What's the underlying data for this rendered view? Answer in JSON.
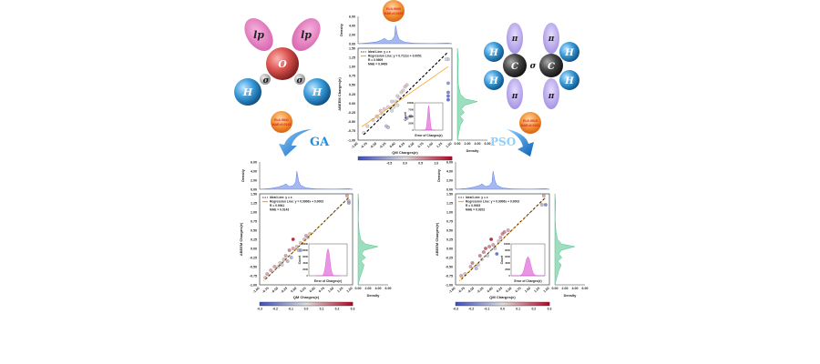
{
  "colors": {
    "density_top": "#5b7ee5",
    "density_right": "#4cc38a",
    "ideal_line": "#000000",
    "regression_line": "#f5a623",
    "inset_hist": "#d94fd0",
    "cmap_low": "#3b4cc0",
    "cmap_mid": "#dddddd",
    "cmap_high": "#b40426",
    "arrow": "#1f8fe0",
    "badge": "#f08a2c"
  },
  "molecules": {
    "water": {
      "center_atom": "O",
      "hydrogen": "H",
      "lone_pair": "lp",
      "bond": "σ"
    },
    "ethylene": {
      "carbon": "C",
      "hydrogen": "H",
      "pi": "π",
      "bond": "σ"
    }
  },
  "badges": {
    "top": {
      "line1": "R=0.9609",
      "line2": "MAE=0.0469"
    },
    "ga": {
      "line1": "R=0.9941",
      "line2": "MAE=0.0143"
    },
    "pso": {
      "line1": "R=0.9915",
      "line2": "MAE=0.0202"
    }
  },
  "arrows": {
    "ga": "GA",
    "pso": "PSO"
  },
  "chart_data": [
    {
      "id": "initial",
      "type": "scatter",
      "xlabel": "QM Charges(e)",
      "ylabel": "ABEEM Charges(e)",
      "xlim": [
        -1.0,
        1.5
      ],
      "ylim": [
        -1.0,
        1.5
      ],
      "ticks": [
        "-1.00",
        "-0.75",
        "-0.50",
        "-0.25",
        "0.00",
        "0.25",
        "0.50",
        "0.75",
        "1.00",
        "1.25",
        "1.50"
      ],
      "density_label": "Density",
      "density_ticks": [
        "0.00",
        "2.00",
        "4.00",
        "6.00"
      ],
      "legend": {
        "ideal": "Ideal Line: y = x",
        "regression": "Regression Line: y = 0.7111x + 0.0051",
        "r": "R = 0.9609",
        "mae": "MAE = 0.0469"
      },
      "regression": {
        "slope": 0.7111,
        "intercept": 0.0051
      },
      "colorbar": {
        "range": [
          -1.5,
          1.5
        ],
        "ticks": [
          "-0.5",
          "0.0",
          "0.5",
          "1.0"
        ],
        "tick_values": [
          -0.5,
          0,
          0.5,
          1.0
        ]
      },
      "inset": {
        "xlabel": "Error of Charges(e)",
        "ylabel": "Count",
        "yticks": [
          "0",
          "2500",
          "5000",
          "7500",
          "10000"
        ],
        "peak_count": 9000,
        "spread": 0.04
      },
      "top_density": [
        [
          -1,
          0
        ],
        [
          -0.85,
          0.1
        ],
        [
          -0.7,
          0.2
        ],
        [
          -0.5,
          0.4
        ],
        [
          -0.35,
          0.9
        ],
        [
          -0.3,
          1.2
        ],
        [
          -0.2,
          0.6
        ],
        [
          -0.1,
          0.8
        ],
        [
          -0.03,
          1.6
        ],
        [
          0,
          4.0
        ],
        [
          0.05,
          1.8
        ],
        [
          0.1,
          0.9
        ],
        [
          0.25,
          0.3
        ],
        [
          0.5,
          0.1
        ],
        [
          1.0,
          0.05
        ],
        [
          1.4,
          0.15
        ],
        [
          1.5,
          0
        ]
      ],
      "right_density": [
        [
          -1,
          0
        ],
        [
          -0.8,
          0.3
        ],
        [
          -0.6,
          0.6
        ],
        [
          -0.45,
          1.2
        ],
        [
          -0.35,
          0.5
        ],
        [
          -0.25,
          1.4
        ],
        [
          -0.15,
          0.8
        ],
        [
          -0.05,
          1.5
        ],
        [
          0.05,
          4.0
        ],
        [
          0.12,
          1.6
        ],
        [
          0.25,
          0.6
        ],
        [
          0.5,
          0.2
        ],
        [
          0.8,
          0.1
        ],
        [
          1.2,
          0.2
        ],
        [
          1.5,
          0
        ]
      ],
      "points": [
        [
          -0.85,
          -0.8,
          0.05
        ],
        [
          -0.75,
          -0.62,
          0.13
        ],
        [
          -0.6,
          -0.45,
          0.15
        ],
        [
          -0.5,
          -0.35,
          0.15
        ],
        [
          -0.45,
          -0.4,
          0.05
        ],
        [
          -0.4,
          -0.2,
          0.2
        ],
        [
          -0.35,
          -0.3,
          0.05
        ],
        [
          -0.3,
          -0.15,
          0.15
        ],
        [
          -0.25,
          -0.62,
          -0.37
        ],
        [
          -0.2,
          -0.65,
          -0.45
        ],
        [
          -0.2,
          -0.1,
          0.1
        ],
        [
          -0.1,
          0.05,
          0.15
        ],
        [
          -0.05,
          -0.1,
          -0.05
        ],
        [
          0,
          0.05,
          0.05
        ],
        [
          0.05,
          0.2,
          0.15
        ],
        [
          0.1,
          0.15,
          0.05
        ],
        [
          0.15,
          0.3,
          0.15
        ],
        [
          0.2,
          0.35,
          0.15
        ],
        [
          0.25,
          0.45,
          0.2
        ],
        [
          0.3,
          0.5,
          0.2
        ],
        [
          0.3,
          -0.4,
          -0.7
        ],
        [
          0.4,
          -0.35,
          -0.75
        ],
        [
          1.4,
          0.3,
          -1.1
        ],
        [
          1.4,
          0.2,
          -1.2
        ],
        [
          1.4,
          0.1,
          -1.3
        ],
        [
          1.4,
          0.55,
          -0.85
        ],
        [
          1.4,
          1.2,
          -0.2
        ],
        [
          1.35,
          1.2,
          -0.15
        ],
        [
          -0.1,
          -0.2,
          -0.1
        ],
        [
          0.05,
          -0.05,
          -0.1
        ]
      ]
    },
    {
      "id": "ga",
      "type": "scatter",
      "xlabel": "QM Charges(e)",
      "ylabel": "ABEEM Charges(e)",
      "xlim": [
        -1.0,
        1.5
      ],
      "ylim": [
        -1.0,
        1.5
      ],
      "ticks": [
        "-1.00",
        "-0.75",
        "-0.50",
        "-0.25",
        "0.00",
        "0.25",
        "0.50",
        "0.75",
        "1.00",
        "1.25",
        "1.50"
      ],
      "density_label": "Density",
      "density_ticks": [
        "0.00",
        "2.00",
        "4.00",
        "6.00"
      ],
      "legend": {
        "ideal": "Ideal Line: y = x",
        "regression": "Regression Line: y = 0.9906x + 0.0003",
        "r": "R = 0.9941",
        "mae": "MAE = 0.0143"
      },
      "regression": {
        "slope": 0.9906,
        "intercept": 0.0003
      },
      "colorbar": {
        "range": [
          -0.3,
          0.3
        ],
        "ticks": [
          "-0.3",
          "-0.2",
          "-0.1",
          "0.0",
          "0.1",
          "0.2",
          "0.3"
        ],
        "tick_values": [
          -0.3,
          -0.2,
          -0.1,
          0,
          0.1,
          0.2,
          0.3
        ]
      },
      "inset": {
        "xlabel": "Error of Charges(e)",
        "ylabel": "Count",
        "yticks": [
          "0",
          "2000",
          "4000",
          "6000",
          "8000",
          "10000"
        ],
        "peak_count": 8500,
        "spread": 0.05
      },
      "top_density": [
        [
          -1,
          0
        ],
        [
          -0.85,
          0.1
        ],
        [
          -0.7,
          0.2
        ],
        [
          -0.5,
          0.5
        ],
        [
          -0.35,
          0.9
        ],
        [
          -0.3,
          1.2
        ],
        [
          -0.2,
          0.6
        ],
        [
          -0.1,
          0.8
        ],
        [
          -0.03,
          1.6
        ],
        [
          0,
          4.0
        ],
        [
          0.05,
          1.8
        ],
        [
          0.1,
          0.9
        ],
        [
          0.25,
          0.3
        ],
        [
          0.5,
          0.1
        ],
        [
          1.0,
          0.05
        ],
        [
          1.4,
          0.15
        ],
        [
          1.5,
          0
        ]
      ],
      "right_density": [
        [
          -1,
          0
        ],
        [
          -0.8,
          0.4
        ],
        [
          -0.6,
          0.9
        ],
        [
          -0.45,
          1.2
        ],
        [
          -0.35,
          0.6
        ],
        [
          -0.25,
          1.5
        ],
        [
          -0.15,
          0.7
        ],
        [
          -0.05,
          1.2
        ],
        [
          0.05,
          4.0
        ],
        [
          0.12,
          1.5
        ],
        [
          0.25,
          0.5
        ],
        [
          0.5,
          0.2
        ],
        [
          0.8,
          0.05
        ],
        [
          1.3,
          0.15
        ],
        [
          1.5,
          0
        ]
      ],
      "points": [
        [
          -0.85,
          -0.8,
          0.05
        ],
        [
          -0.8,
          -0.7,
          0.1
        ],
        [
          -0.7,
          -0.6,
          0.1
        ],
        [
          -0.6,
          -0.5,
          0.1
        ],
        [
          -0.5,
          -0.5,
          0
        ],
        [
          -0.45,
          -0.4,
          0.05
        ],
        [
          -0.4,
          -0.45,
          -0.05
        ],
        [
          -0.35,
          -0.3,
          0.05
        ],
        [
          -0.3,
          -0.2,
          0.1
        ],
        [
          -0.25,
          -0.35,
          -0.1
        ],
        [
          -0.2,
          -0.05,
          0.15
        ],
        [
          -0.15,
          -0.25,
          -0.1
        ],
        [
          -0.1,
          0.0,
          0.1
        ],
        [
          0,
          0.05,
          0.05
        ],
        [
          -0.1,
          0.25,
          0.3
        ],
        [
          0.05,
          -0.05,
          -0.1
        ],
        [
          0.1,
          -0.05,
          -0.15
        ],
        [
          0.1,
          0.15,
          0.05
        ],
        [
          0.2,
          0.25,
          0.05
        ],
        [
          0.3,
          0.3,
          0
        ],
        [
          0.25,
          0.35,
          0.1
        ],
        [
          0.35,
          0.4,
          0.05
        ],
        [
          1.35,
          1.45,
          0.1
        ],
        [
          1.4,
          1.3,
          -0.1
        ],
        [
          1.4,
          1.25,
          -0.15
        ]
      ]
    },
    {
      "id": "pso",
      "type": "scatter",
      "xlabel": "QM Charges(e)",
      "ylabel": "ABEEM Charges(e)",
      "xlim": [
        -1.0,
        1.5
      ],
      "ylim": [
        -1.0,
        1.5
      ],
      "ticks": [
        "-1.00",
        "-0.75",
        "-0.50",
        "-0.25",
        "0.00",
        "0.25",
        "0.50",
        "0.75",
        "1.00",
        "1.25",
        "1.50"
      ],
      "density_label": "Density",
      "density_ticks": [
        "0.00",
        "2.00",
        "4.00",
        "6.00"
      ],
      "legend": {
        "ideal": "Ideal Line: y = x",
        "regression": "Regression Line: y = 0.9906x + 0.0003",
        "r": "R = 0.9915",
        "mae": "MAE = 0.0202"
      },
      "regression": {
        "slope": 0.9906,
        "intercept": 0.0003
      },
      "colorbar": {
        "range": [
          -0.3,
          0.3
        ],
        "ticks": [
          "-0.3",
          "-0.2",
          "-0.1",
          "0.0",
          "0.1",
          "0.2",
          "0.3"
        ],
        "tick_values": [
          -0.3,
          -0.2,
          -0.1,
          0,
          0.1,
          0.2,
          0.3
        ]
      },
      "inset": {
        "xlabel": "Error of Charges(e)",
        "ylabel": "Count",
        "yticks": [
          "0",
          "2000",
          "4000",
          "6000",
          "8000",
          "10000"
        ],
        "peak_count": 6000,
        "spread": 0.08
      },
      "top_density": [
        [
          -1,
          0
        ],
        [
          -0.85,
          0.1
        ],
        [
          -0.7,
          0.2
        ],
        [
          -0.5,
          0.5
        ],
        [
          -0.35,
          0.9
        ],
        [
          -0.3,
          1.2
        ],
        [
          -0.2,
          0.6
        ],
        [
          -0.1,
          0.8
        ],
        [
          -0.03,
          1.6
        ],
        [
          0,
          4.0
        ],
        [
          0.05,
          1.8
        ],
        [
          0.1,
          0.9
        ],
        [
          0.25,
          0.3
        ],
        [
          0.5,
          0.1
        ],
        [
          1.0,
          0.05
        ],
        [
          1.4,
          0.15
        ],
        [
          1.5,
          0
        ]
      ],
      "right_density": [
        [
          -1,
          0
        ],
        [
          -0.8,
          0.4
        ],
        [
          -0.6,
          0.8
        ],
        [
          -0.45,
          1.3
        ],
        [
          -0.35,
          0.6
        ],
        [
          -0.25,
          1.4
        ],
        [
          -0.15,
          0.8
        ],
        [
          -0.05,
          1.3
        ],
        [
          0.05,
          4.0
        ],
        [
          0.12,
          1.4
        ],
        [
          0.25,
          0.5
        ],
        [
          0.5,
          0.2
        ],
        [
          0.8,
          0.05
        ],
        [
          1.3,
          0.15
        ],
        [
          1.5,
          0
        ]
      ],
      "points": [
        [
          -0.85,
          -0.75,
          0.1
        ],
        [
          -0.75,
          -0.7,
          0.05
        ],
        [
          -0.6,
          -0.5,
          0.1
        ],
        [
          -0.55,
          -0.4,
          0.15
        ],
        [
          -0.45,
          -0.55,
          -0.1
        ],
        [
          -0.4,
          -0.45,
          -0.05
        ],
        [
          -0.35,
          -0.2,
          0.15
        ],
        [
          -0.3,
          -0.3,
          0
        ],
        [
          -0.25,
          -0.1,
          0.15
        ],
        [
          -0.2,
          0.0,
          0.2
        ],
        [
          -0.15,
          -0.2,
          -0.05
        ],
        [
          -0.1,
          0.05,
          0.15
        ],
        [
          -0.05,
          0.25,
          0.3
        ],
        [
          0,
          0.1,
          0.1
        ],
        [
          0.05,
          0.0,
          -0.05
        ],
        [
          0.1,
          -0.15,
          -0.25
        ],
        [
          0.15,
          0.2,
          0.05
        ],
        [
          0.2,
          0.3,
          0.1
        ],
        [
          0.25,
          0.4,
          0.15
        ],
        [
          0.3,
          0.45,
          0.15
        ],
        [
          0.4,
          0.5,
          0.1
        ],
        [
          1.35,
          1.45,
          0.1
        ],
        [
          1.4,
          1.2,
          -0.2
        ],
        [
          1.3,
          1.2,
          -0.1
        ]
      ]
    }
  ]
}
